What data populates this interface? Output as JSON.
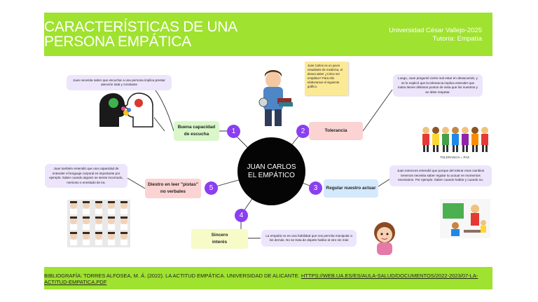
{
  "header": {
    "title": "CARACTERÍSTICAS DE UNA\nPERSONA EMPÁTICA",
    "university": "Universidad César Vallejo-2025",
    "tutoria": "Tutoría: Empatía"
  },
  "center": {
    "label": "JUAN CARLOS\nEL EMPÁTICO"
  },
  "branches": [
    {
      "number": "1",
      "label": "Buena capacidad\nde escucha",
      "note": "Juan necesita saber que escuchar a una persona implica prestar atención total y constante"
    },
    {
      "number": "2",
      "label": "Tolerancia",
      "note": "Luego, Juan preguntó cierto mal estar en desacuerdo, y se le explicó que la tolerancia implica entender que todos tienen distintos puntos de vista que los nuestros y se debe respetar."
    },
    {
      "number": "3",
      "label": "Regular nuestro actuar",
      "note": "Juan entonces entendió que porque del tolerar esos cambios tenemos necesita saber regular su actuar en momentos necesarios. Por ejemplo: Saber cuando hablar y cuando no."
    },
    {
      "number": "4",
      "label": "Sincero\ninterés",
      "note": "La empatía no es una habilidad que nos permita manipular a los demás. No se trata de dejarte hablar al otro sin más"
    },
    {
      "number": "5",
      "label": "Diestro en leer \"pistas\"\nno verbales",
      "note": "Juan también entendió que una capacidad de entender el lenguaje corporal es importante por ejemplo: Saber cuando alguien se siente incomodo, nervioso o enestado de ira."
    }
  ],
  "sticky_note": "Juan Carlos es un joven estudiante de medicina, el desea saber ¿Cómo ser empático? Para ello elaboramos el siguiente gráfico.",
  "illustration_caption": "TOLERANCIA = PAZ",
  "footer": {
    "bibliography": "BIBLIOGRAFÍA: TORRES ALFOSEA, M. Á. (2022). LA ACTITUD EMPÁTICA. UNIVERSIDAD DE ALICANTE. ",
    "url": "HTTPS://WEB.UA.ES/ES/AULA-SALUD/DOCUMENTOS/2022-2023/07-LA-ACTITUD-EMPATICA.PDF"
  },
  "colors": {
    "banner": "#9fe22f",
    "number": "#8b3ff0",
    "box1": "#d9f7c9",
    "box2": "#fbd3d3",
    "box3": "#d4e9fb",
    "box4": "#f6fbc8",
    "box5": "#fbd3d3",
    "note": "#ece5fb",
    "sticky": "#fbe996"
  }
}
